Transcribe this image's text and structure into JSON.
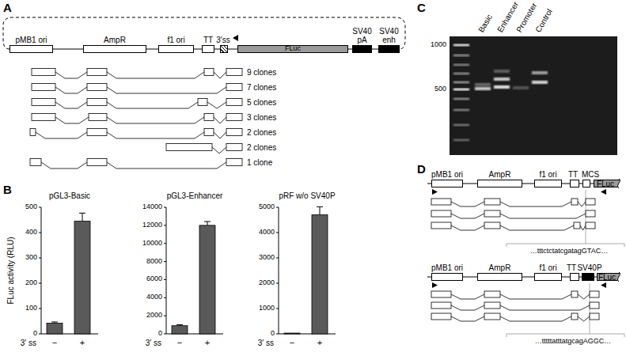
{
  "diagram": {
    "nodes": [
      {
        "text": [
          "pMB1 ori"
        ]
      },
      {
        "text": [
          "AmpR"
        ]
      },
      {
        "text": [
          "f1 ori"
        ]
      },
      {
        "text": [
          "TT"
        ]
      },
      {
        "text": [
          "3′ss"
        ]
      },
      {
        "text": [
          "FLuc"
        ]
      },
      {
        "text": [
          "SV40 pA"
        ]
      },
      {
        "text": [
          "SV40 enh"
        ]
      },
      {
        "text": [
          "pMB1 ori"
        ]
      },
      {
        "text": [
          "AmpR"
        ]
      },
      {
        "text": [
          "f1 ori"
        ]
      },
      {
        "text": [
          "TT"
        ]
      },
      {
        "text": [
          "MCS"
        ]
      },
      {
        "text": [
          "FLuc"
        ]
      },
      {
        "text": [
          "pMB1 ori"
        ]
      },
      {
        "text": [
          "AmpR"
        ]
      },
      {
        "text": [
          "f1 ori"
        ]
      },
      {
        "text": [
          "TT"
        ]
      },
      {
        "text": [
          "SV40P"
        ]
      },
      {
        "text": [
          "FLuc"
        ]
      }
    ],
    "labels": [
      "A",
      "9 clones",
      "7 clones",
      "5 clones",
      "3 clones",
      "2 clones",
      "2 clones",
      "1 clone",
      "B",
      "pGL3-Basic",
      "pGL3-Enhancer",
      "pRF w/o SV40P",
      "FLuc activity (RLU)",
      "0",
      "100",
      "200",
      "300",
      "400",
      "500",
      "0",
      "2000",
      "4000",
      "6000",
      "8000",
      "10000",
      "12000",
      "14000",
      "0",
      "1000",
      "2000",
      "3000",
      "4000",
      "5000",
      "−",
      "+",
      "3′ ss",
      "−",
      "+",
      "3′ ss",
      "−",
      "+",
      "3′ ss",
      "C",
      "Basic",
      "Enhancer",
      "Promoter",
      "Control",
      "1000",
      "500",
      "D",
      "…tttctctatcgatagGTAC…",
      "…tttttatttatgcagAGGC…"
    ]
  }
}
